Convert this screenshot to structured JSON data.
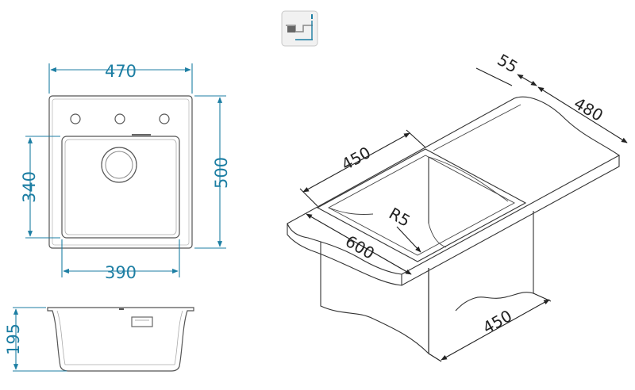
{
  "top_view": {
    "width_label": "470",
    "height_label": "500",
    "bowl_height_label": "340",
    "bowl_width_label": "390"
  },
  "side_view": {
    "depth_label": "195"
  },
  "iso_view": {
    "drainer_label": "55",
    "depth_label": "480",
    "bowl_label": "450",
    "radius_label": "R5",
    "length_label": "600",
    "cabinet_label": "450"
  },
  "mount_icon": "inset-mount-icon",
  "colors": {
    "dimension_blue": "#1c7ea3",
    "outline": "#555555",
    "dimension_black": "#222222"
  }
}
